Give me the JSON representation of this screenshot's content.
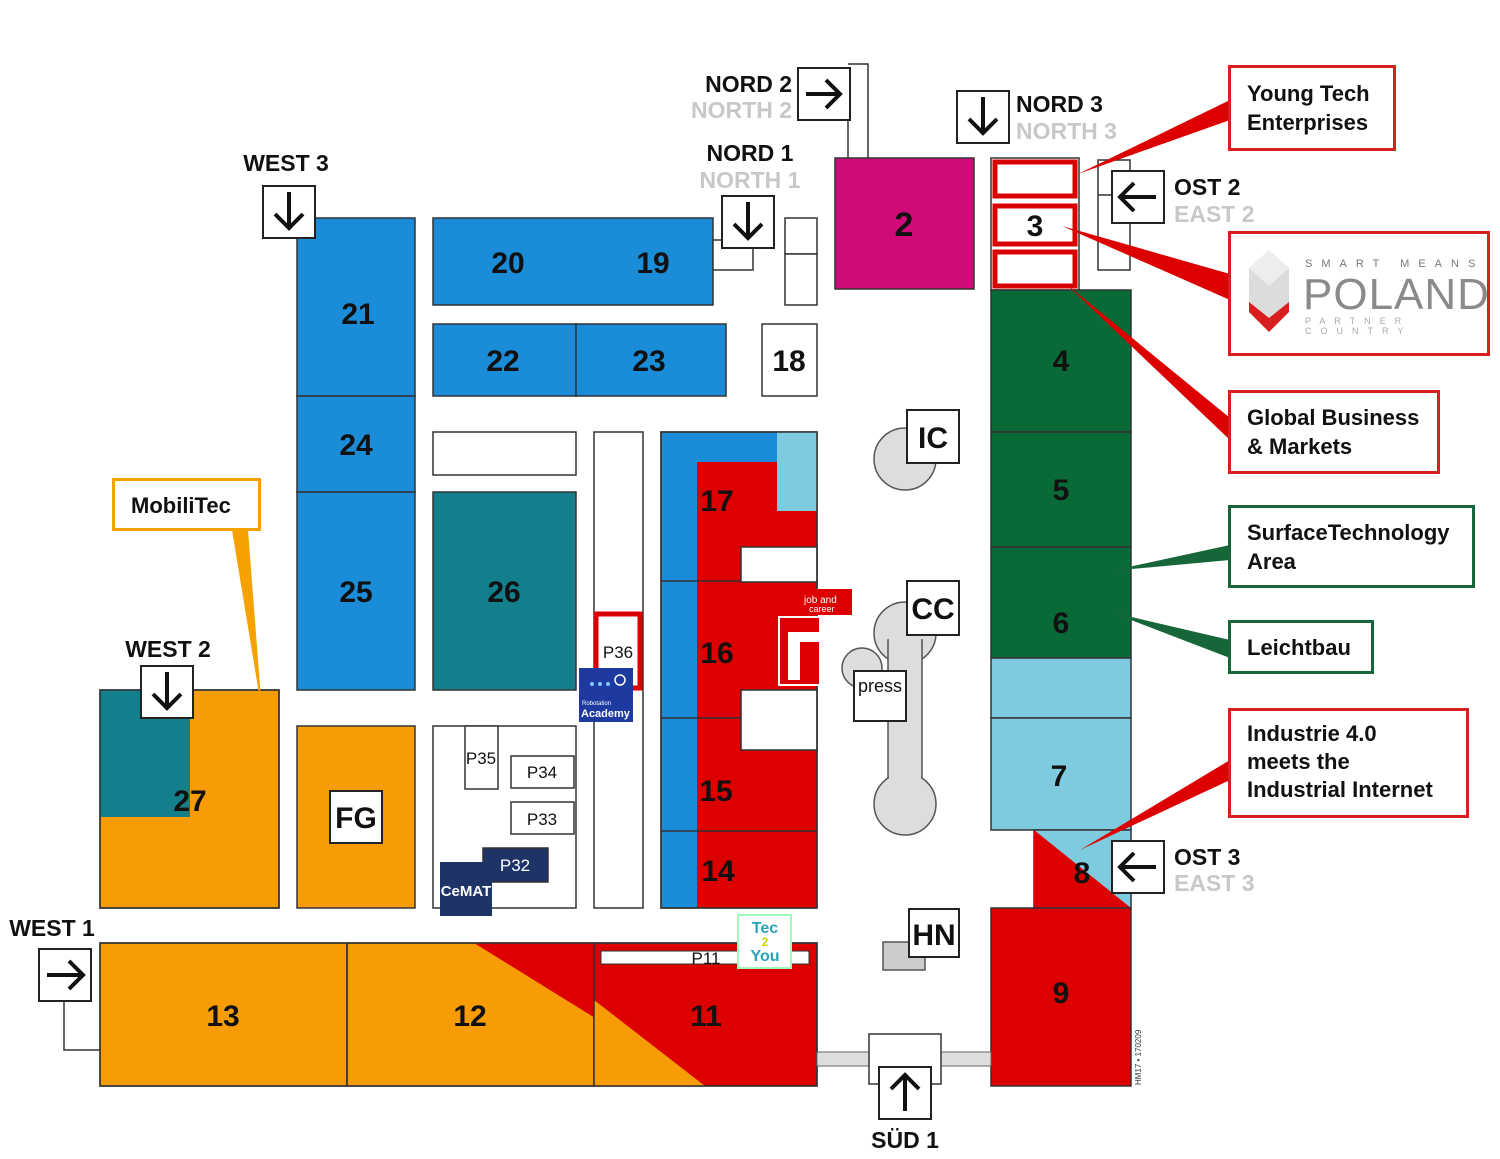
{
  "halls": {
    "h2": "2",
    "h3": "3",
    "h4": "4",
    "h5": "5",
    "h6": "6",
    "h7": "7",
    "h8": "8",
    "h9": "9",
    "h11": "11",
    "h12": "12",
    "h13": "13",
    "h14": "14",
    "h15": "15",
    "h16": "16",
    "h17": "17",
    "h18": "18",
    "h19": "19",
    "h20": "20",
    "h21": "21",
    "h22": "22",
    "h23": "23",
    "h24": "24",
    "h25": "25",
    "h26": "26",
    "h27": "27",
    "fg": "FG"
  },
  "pavilions": {
    "p11": "P11",
    "p32": "P32",
    "p33": "P33",
    "p34": "P34",
    "p35": "P35",
    "p36": "P36"
  },
  "venues": {
    "ic": "IC",
    "cc": "CC",
    "hn": "HN",
    "press": "press"
  },
  "entrances": {
    "nord2": {
      "de": "NORD 2",
      "en": "NORTH 2"
    },
    "nord1": {
      "de": "NORD 1",
      "en": "NORTH 1"
    },
    "nord3": {
      "de": "NORD 3",
      "en": "NORTH 3"
    },
    "ost2": {
      "de": "OST 2",
      "en": "EAST 2"
    },
    "ost3": {
      "de": "OST 3",
      "en": "EAST 3"
    },
    "west3": {
      "de": "WEST 3"
    },
    "west2": {
      "de": "WEST 2"
    },
    "west1": {
      "de": "WEST 1"
    },
    "sued1": {
      "de": "SÜD 1"
    }
  },
  "callouts": {
    "young_tech": [
      "Young Tech",
      "Enterprises"
    ],
    "global_business": [
      "Global Business",
      "& Markets"
    ],
    "surface": [
      "SurfaceTechnology",
      "Area"
    ],
    "leichtbau": [
      "Leichtbau"
    ],
    "industrie": [
      "Industrie 4.0",
      "meets the",
      "Industrial Internet"
    ],
    "mobilitec": [
      "MobiliTec"
    ]
  },
  "logos": {
    "poland": {
      "tagline": "SMART MEANS",
      "name": "POLAND",
      "sub": "PARTNER COUNTRY"
    },
    "cemat": "CeMAT",
    "tec2you": [
      "Tec",
      "2",
      "You"
    ],
    "robotation": [
      "Robotation",
      "Academy"
    ],
    "job_career": [
      "job and",
      "career"
    ]
  },
  "version_code": "HM17 • 170209",
  "colors": {
    "blue": "#1a8cd8",
    "teal": "#137f8c",
    "magenta": "#d10a7a",
    "red": "#dd0000",
    "darkgreen": "#0a6a37",
    "lightblue": "#7ecbe0",
    "orange": "#f89c06",
    "navy": "#1e3466"
  }
}
